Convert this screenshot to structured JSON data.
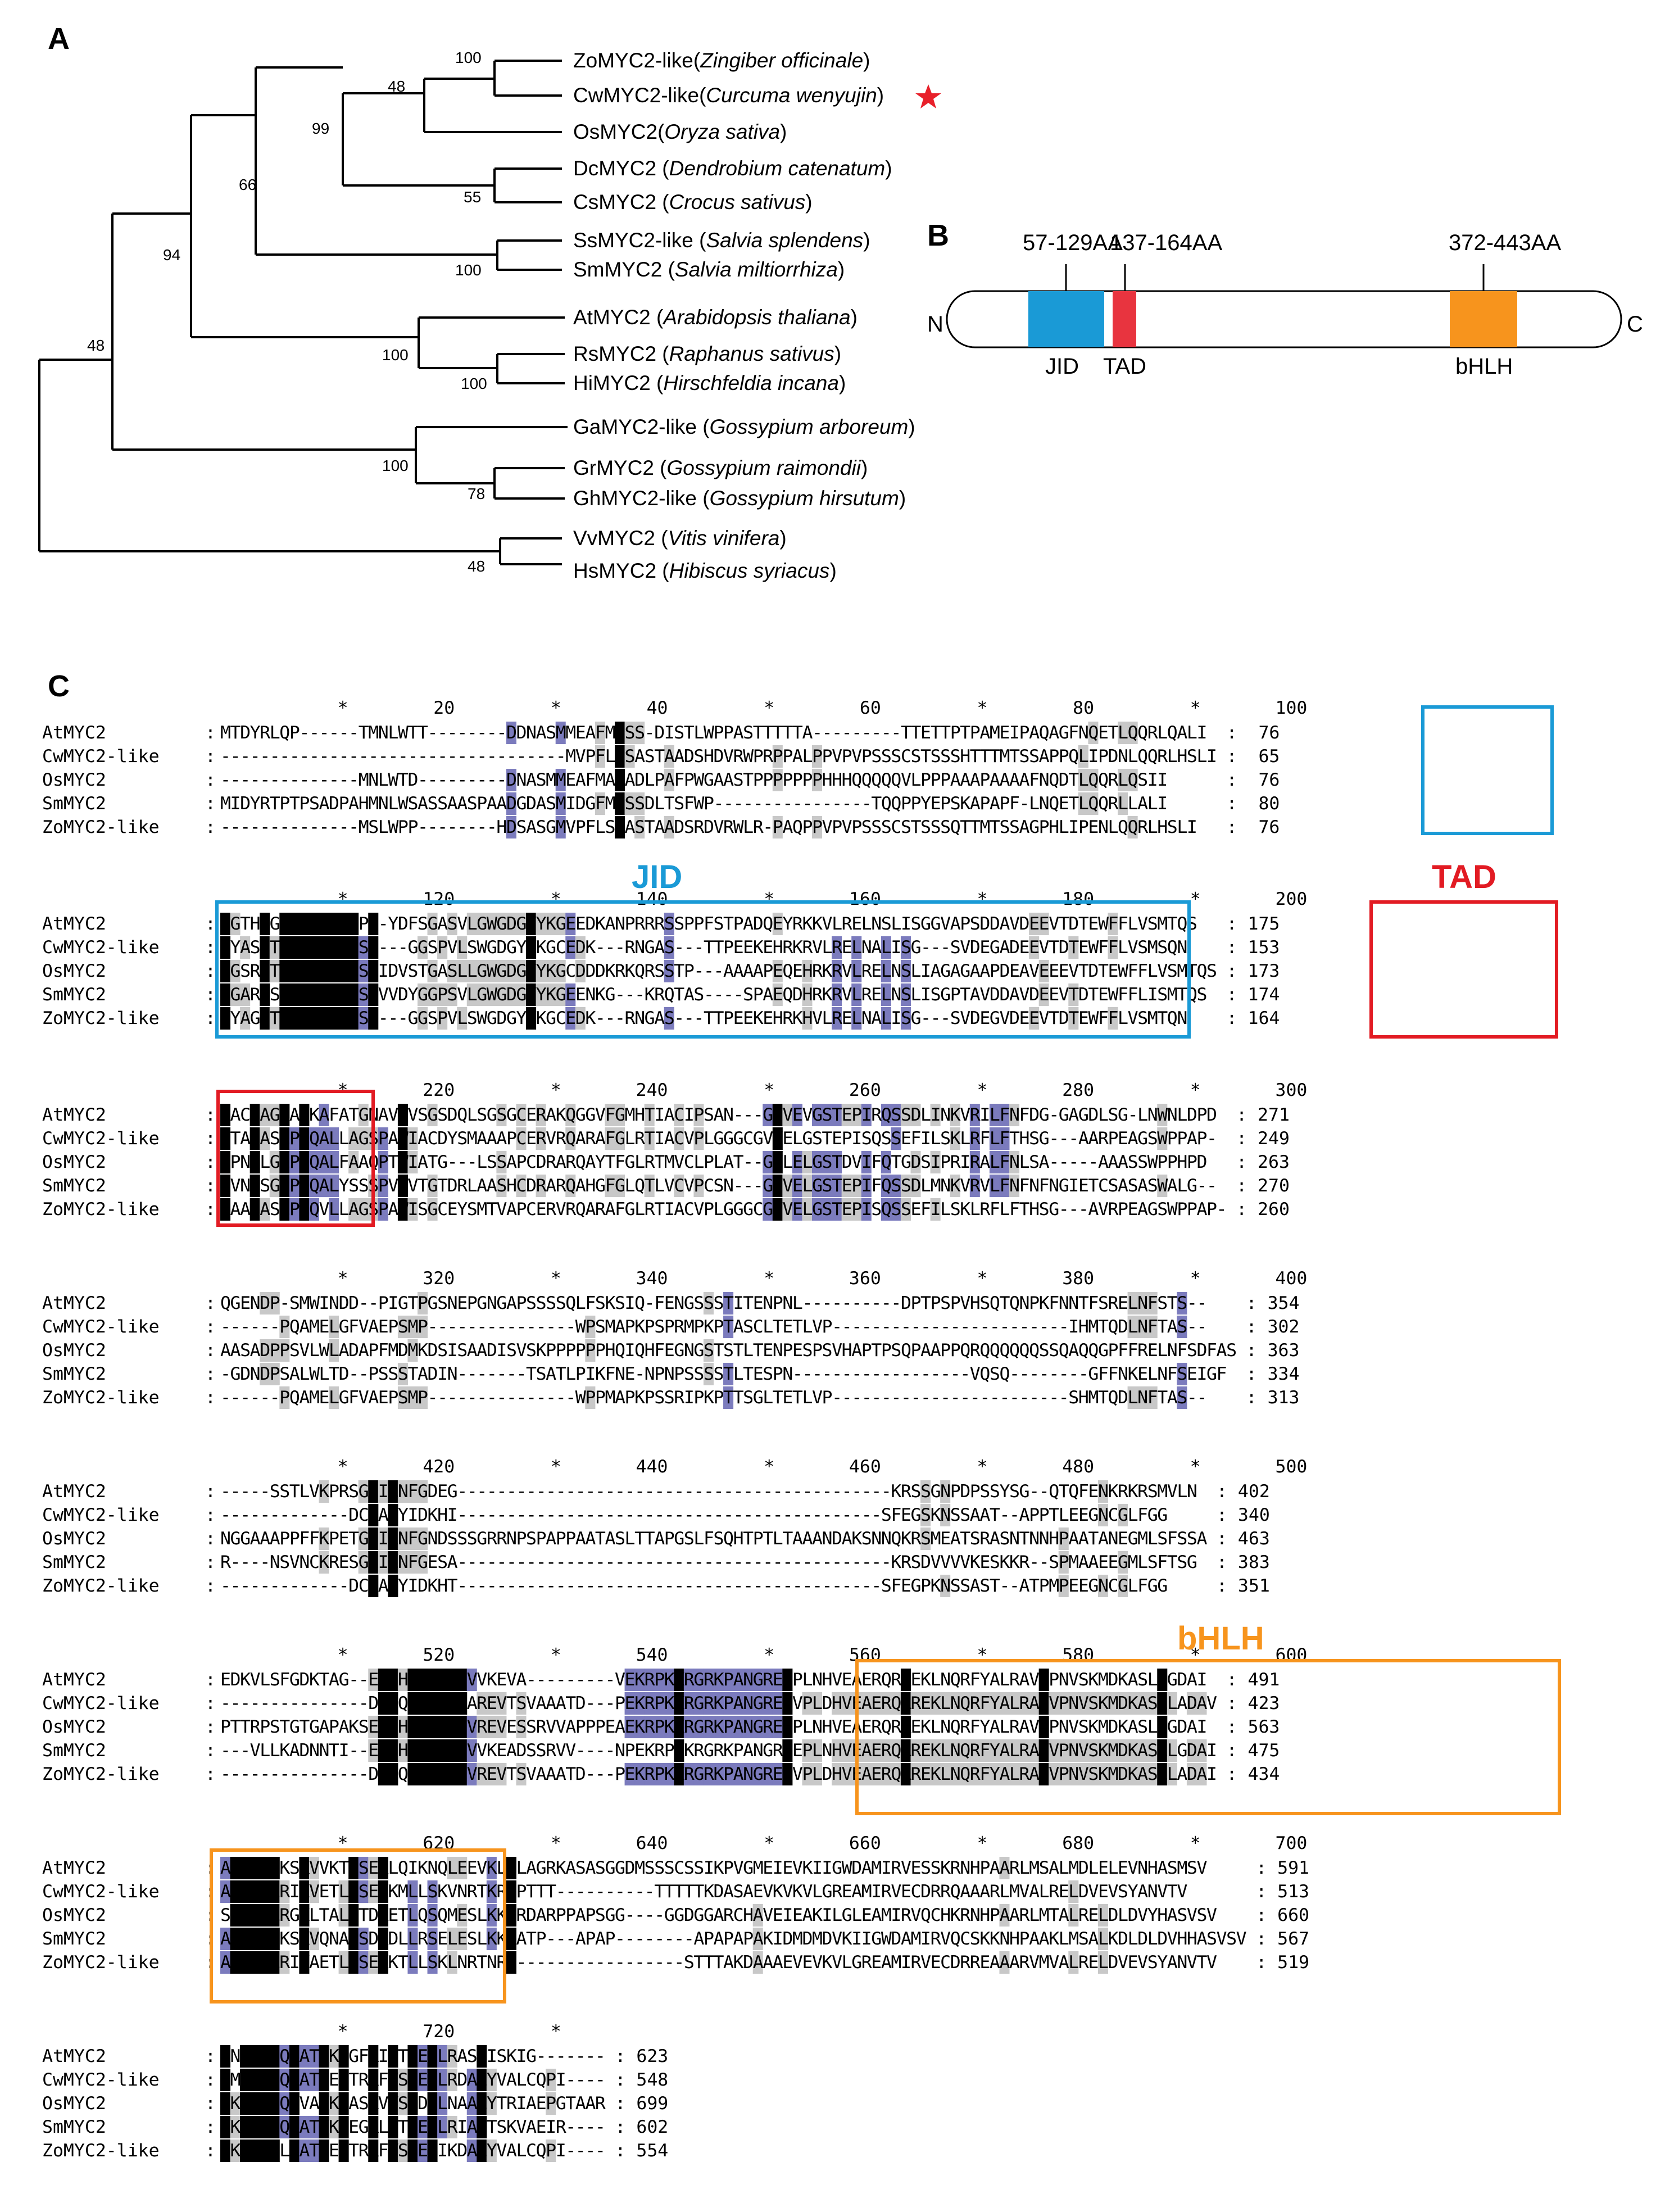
{
  "panelA": {
    "letter": "A",
    "taxa": [
      {
        "gene": "ZoMYC2-like",
        "species": "Zingiber officinale",
        "star": false
      },
      {
        "gene": "CwMYC2-like",
        "species": "Curcuma wenyujin",
        "star": true
      },
      {
        "gene": "OsMYC2",
        "species": "Oryza sativa",
        "star": false
      },
      {
        "gene": "DcMYC2",
        "species": "Dendrobium catenatum",
        "star": false
      },
      {
        "gene": "CsMYC2",
        "species": "Crocus sativus",
        "star": false
      },
      {
        "gene": "SsMYC2-like",
        "species": "Salvia splendens",
        "star": false
      },
      {
        "gene": "SmMYC2",
        "species": "Salvia miltiorrhiza",
        "star": false
      },
      {
        "gene": "AtMYC2",
        "species": "Arabidopsis thaliana",
        "star": false
      },
      {
        "gene": "RsMYC2",
        "species": "Raphanus sativus",
        "star": false
      },
      {
        "gene": "HiMYC2",
        "species": "Hirschfeldia incana",
        "star": false
      },
      {
        "gene": "GaMYC2-like",
        "species": "Gossypium arboreum",
        "star": false
      },
      {
        "gene": "GrMYC2",
        "species": "Gossypium raimondii",
        "star": false
      },
      {
        "gene": "GhMYC2-like",
        "species": "Gossypium hirsutum",
        "star": false
      },
      {
        "gene": "VvMYC2",
        "species": "Vitis vinifera",
        "star": false
      },
      {
        "gene": "HsMYC2",
        "species": "Hibiscus syriacus",
        "star": false
      }
    ],
    "bootstraps": [
      "100",
      "48",
      "99",
      "55",
      "66",
      "100",
      "94",
      "100",
      "100",
      "48",
      "100",
      "78",
      "48"
    ],
    "star_color": "#e8202a"
  },
  "panelB": {
    "letter": "B",
    "n_label": "N",
    "c_label": "C",
    "domains": [
      {
        "name": "JID",
        "range": "57-129AA",
        "color": "#1a9ad6"
      },
      {
        "name": "TAD",
        "range": "137-164AA",
        "color": "#e8343f"
      },
      {
        "name": "bHLH",
        "range": "372-443AA",
        "color": "#f7941d"
      }
    ]
  },
  "panelC": {
    "letter": "C",
    "names": [
      "AtMYC2",
      "CwMYC2-like",
      "OsMYC2",
      "SmMYC2",
      "ZoMYC2-like"
    ],
    "highlight_colors": {
      "black": "#000000",
      "purple": "#7b7bbd",
      "gray": "#c8c8c8"
    },
    "blocks": [
      {
        "ruler": "           *        20         *        40         *        60         *        80         *       100",
        "seqs": [
          "MTDYRLQP------TMNLWTT--------DDNASMMEAFMSSS-DISTLWPPASTTTTTA---------TTETTPTPAMEIPAQAGFNQETLQQRLQALI",
          "-----------------------------------MVPFLSSASTAADSHDVRWPRPPALPPVPVPSSSCSTSSSHTTTMTSSAPPQLIPDNLQQRLHSLI",
          "--------------MNLWTD---------DNASMMEAFMASADLPAFPWGAASTPPPPPPPHHHQQQQQVLPPPAAAPAAAAFNQDTLQQRLQSII",
          "MIDYRTPTPSADPAHMNLWSASSAASPAADGDASMIDGFMSSSDLTSFWP----------------TQQPPYEPSKAPAPF-LNQETLQQRLLALI",
          "--------------MSLWPP--------HDSASGMVPFLSSASTAADSRDVRWLR-PAQPPVPVPSSSCSTSSSQTTMTSSAGPHLIPENLQQRLHSLI"
        ],
        "ends": [
          "76",
          "65",
          "76",
          "80",
          "76"
        ]
      },
      {
        "ruler": "           *       120         *       140         *       160         *       180         *       200",
        "seqs": [
          "EGTHEGWTYAIFWQPS-YDFSGASVLGWGDGYYKGEEDKANPRRRSSPPFSTPADQEYRKKVLRELNSLISGGVAPSDDAVDEEVTDTEWFFLVSMTQS",
          "EYASETWTYAIFWQSS---GGSPVLSWGDGYYKGCEDK---RNGAS---TTPEEKEHRKRVLRELNALISG---SVDEGADEEVTDTEWFFLVSMSQN",
          "EGSRETWTYAIFWQSSIDVSTGASLLGWGDGYYKGCDDDKRKQRSSTP---AAAAPEQEHRKRVLRELNSLIAGAGAAPDEAVEEEVTDTEWFFLVSMTQS",
          "EGARESWTYAIFWQSSVVDYGGPSVLGWGDGYYKGEENKG---KRQTAS----SPAEQDHRKRVLRELNSLISGPTAVDDAVDEEVTDTEWFFLISMTQS",
          "EYAGETWTYAIFWQSS---GGSPVLSWGDGYYKGCEDK---RNGAS---TTPEEKEHRKHVLRELNALISG---SVDEGVDEEVTDTEWFFLVSMTQN"
        ],
        "ends": [
          "175",
          "153",
          "173",
          "174",
          "164"
        ]
      },
      {
        "ruler": "           *       220         *       240         *       260         *       280         *       300",
        "seqs": [
          "FACGAGLAGKAFATGNAVWVSGSDQLSGSGCERAKQGGVFGMHTIACIPSAN---GVVEVGSTEPIRQSSDLINKVRILFNFDG-GAGDLSG-LNWNLDPD",
          "FTAGASLPGQALLAGSPAWIACDYSMAAAPCERVRQARAFGLRTIACVPLGGGCGVVELGSTEPISQSSEFILSKLRFLFTHSG---AARPEAGSWPPAP-",
          "FPNGLGLPGQALFAAQPTWIATG---LSSAPCDRARQAYTFGLRTMVCLPLAT--GVLELGSTDVIFQTGDSIPRIRALFNLSA-----AAASSWPPHPD",
          "FVNGSGLPGQALYSSSPVWVTGTDRLAASHCDRARQAHGFGLQTLVCVPCSN---GVVELGSTEPIFQSSDLMNKVRVLFNFNFNGIETCSASASWALG--",
          "FAAGASLPGQVLLAGSPAWISGCEYSMTVAPCERVRQARAFGLRTIACVPLGGGCGVVELGSTEPISQSSEFILSKLRFLFTHSG---AVRPEAGSWPPAP-"
        ],
        "ends": [
          "271",
          "249",
          "263",
          "270",
          "260"
        ]
      },
      {
        "ruler": "           *       320         *       340         *       360         *       380         *       400",
        "seqs": [
          "QGENDP-SMWINDD--PIGTPGSNEPGNGAPSSSSQLFSKSIQ-FENGSSSTITENPNL----------DPTPSPVHSQTQNPKFNNTFSRELNFSTS--",
          "------PQAMELGFVAEPSMP---------------WPSMAPKPSPRMPKPTASCLTETLVP------------------------IHMTQDLNFTAS--",
          "AASADPPSVLWLADAPFMDMKDSISAADISVSKPPPPPPHQIQHFEGNGSTSTLTENPESPSVHAPTPSQPAAPPQRQQQQQQSSQAQQGPFFRELNFSDFAS",
          "-GDNDPSALWLTD--PSSSTADIN-------TSATLPIKFNE-NPNPSSSSTLTESPN------------------VQSQ--------GFFNKELNFSEIGF",
          "------PQAMELGFVAEPSMP---------------WPPMAPKPSSRIPKPTTSGLTETLVP------------------------SHMTQDLNFTAS--"
        ],
        "ends": [
          "354",
          "302",
          "363",
          "334",
          "313"
        ]
      },
      {
        "ruler": "           *       420         *       440         *       460         *       480         *       500",
        "seqs": [
          "-----SSTLVKPRSGEILNFGDEG--------------------------------------------KRSSGNPDPSSYSG--QTQFENKRKRSMVLN",
          "-------------DCEALYIDKHI-------------------------------------------SFEGSKNSSAAT--APPTLEEGNCGLFGG",
          "NGGAAAPPFFKPETGEILNFGNDSSSGRRNPSPAPPAATASLTTAPGSLFSQHTPTLTAAANDAKSNNQKRSMEATSRASNTNNHPAATANEGMLSFSSA",
          "R----NSVNCKRESGEILNFGESA--------------------------------------------KRSDVVVVKESKKR--SPMAAEEGMLSFTSG",
          "-------------DCEALYIDKHT-------------------------------------------SFEGPKNSSAST--ATPMPEEGNCGLFGG"
        ],
        "ends": [
          "402",
          "340",
          "463",
          "383",
          "351"
        ]
      },
      {
        "ruler": "           *       520         *       540         *       560         *       580         *       600",
        "seqs": [
          "EDKVLSFGDKTAG--ESDHSDLEASVVKEVA---------VEKRPKKRGRKPANGREEPLNHVEAERQRREKLNQRFYALRAVVPNVSKMDKASLLGDAI",
          "---------------DSDQSDLEASAREVTSVAAATD---PEKRPKKRGRKPANGREEVPLDHVEAERQRREKLNQRFYALRAVVPNVSKMDKASLLADAV",
          "PTTRPSTGTGAPAKSESDHSDLEASVREVESSRVVAPPPEAEKRPKKRGRKPANGREEPLNHVEAERQRREKLNQRFYALRAVVPNVSKMDKASLLGDAI",
          "---VLLKADNNTI--ESDHSDLEASVVKEADSSRVV----NPEKRPKKRGRKPANGREEPLNHVEAERQRREKLNQRFYALRAVVPNVSKMDKASLLGDAI",
          "---------------DSDQSDLEASVREVTSVAAATD---PEKRPKKRGRKPANGREEVPLDHVEAERQRREKLNQRFYALRAVVPNVSKMDKASLLADAI"
        ],
        "ends": [
          "491",
          "423",
          "563",
          "475",
          "434"
        ]
      },
      {
        "ruler": "           *       620         *       640         *       660         *       680         *       700",
        "seqs": [
          "AYINELKSKVVKTESEKLQIKNQLEEVKLELAGRKASASGGDMSSSCSSIKPVGMEIEVKIIGWDAMIRVESSKRNHPAARLMSALMDLELEVNHASMSV",
          "AYINELRIKVETLESEKKMLLSKVNRTKREPTTT----------TTTTTKDASAEVKVKVLGREAMIRVECDRRQAAARLMVALRELDVEVSYANVTV",
          "SYINELRGKLTALETDKETLQSQMESLKKERDARPPAPSGG----GGDGGARCHAVEIEAKILGLEAMIRVQCHKRNHPAARLMTALRELDLDVYHASVSV",
          "AYINELKSKVQNAESDKDLLRSELESLKKEATP---APAP--------APAPAPAKIDMDMDVKIIGWDAMIRVQCSKKNHPAAKLMSALKDLDLDVHHASVSV",
          "AYINELRIKAETLESEKKTLLSKLNRTNRE-----------------STTTAKDAAAEVEVKVLGREAMIRVECDRREAAARVMVALRELDVEVSYANVTV"
        ],
        "ends": [
          "591",
          "513",
          "660",
          "567",
          "519"
        ]
      },
      {
        "ruler": "           *       720         *",
        "seqs": [
          "VNDLMIQQATVKMGFRIYTQEQLRASLISKIG-------",
          "VMDLMIQQATVEMTRRFYSQEQLRDALYVALCQPI----",
          "VKDLMIQQVAVKMASRVYSQDQLNAALYTRIAEPGTAAR",
          "VKDLMIQQATVKMEGRLYTQEQLRIALTSKVAEIR----",
          "VKDLMILQATVEMTRRFYSQEQIKDALYVALCQPI----"
        ],
        "ends": [
          "623",
          "548",
          "699",
          "602",
          "554"
        ]
      }
    ],
    "region_labels": {
      "jid": "JID",
      "tad": "TAD",
      "bhlh": "bHLH"
    },
    "box_colors": {
      "jid": "#1a9ad6",
      "tad": "#e21b23",
      "bhlh": "#f7941d"
    }
  }
}
